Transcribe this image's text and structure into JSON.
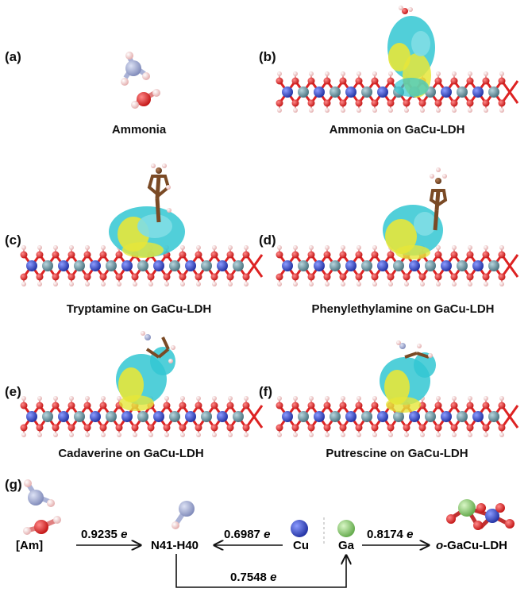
{
  "panels": {
    "a": {
      "label": "(a)",
      "caption": "Ammonia"
    },
    "b": {
      "label": "(b)",
      "caption": "Ammonia on GaCu-LDH"
    },
    "c": {
      "label": "(c)",
      "caption": "Tryptamine on GaCu-LDH"
    },
    "d": {
      "label": "(d)",
      "caption": "Phenylethylamine on GaCu-LDH"
    },
    "e": {
      "label": "(e)",
      "caption": "Cadaverine on GaCu-LDH"
    },
    "f": {
      "label": "(f)",
      "caption": "Putrescine on GaCu-LDH"
    },
    "g": {
      "label": "(g)"
    }
  },
  "flow": {
    "am_label": "[Am]",
    "n41_label": "N41-H40",
    "cu_label": "Cu",
    "ga_label": "Ga",
    "ldh_prefix": "o",
    "ldh_label": "-GaCu-LDH",
    "charge_am_n41": "0.9235",
    "charge_cu_n41": "0.6987",
    "charge_ga_ldh": "0.8174",
    "charge_n41_ga": "0.7548",
    "unit": "e"
  },
  "colors": {
    "oxygen": "#d62020",
    "hydrogen": "#f1c9c9",
    "nitrogen": "#9ea8cf",
    "cu": "#3a4fc8",
    "ga": "#86c56a",
    "ldh_gray": "#5f8f9e",
    "carbon": "#7a4a25",
    "cyan_density": "#32c7d2",
    "yellow_density": "#e6e63a"
  }
}
